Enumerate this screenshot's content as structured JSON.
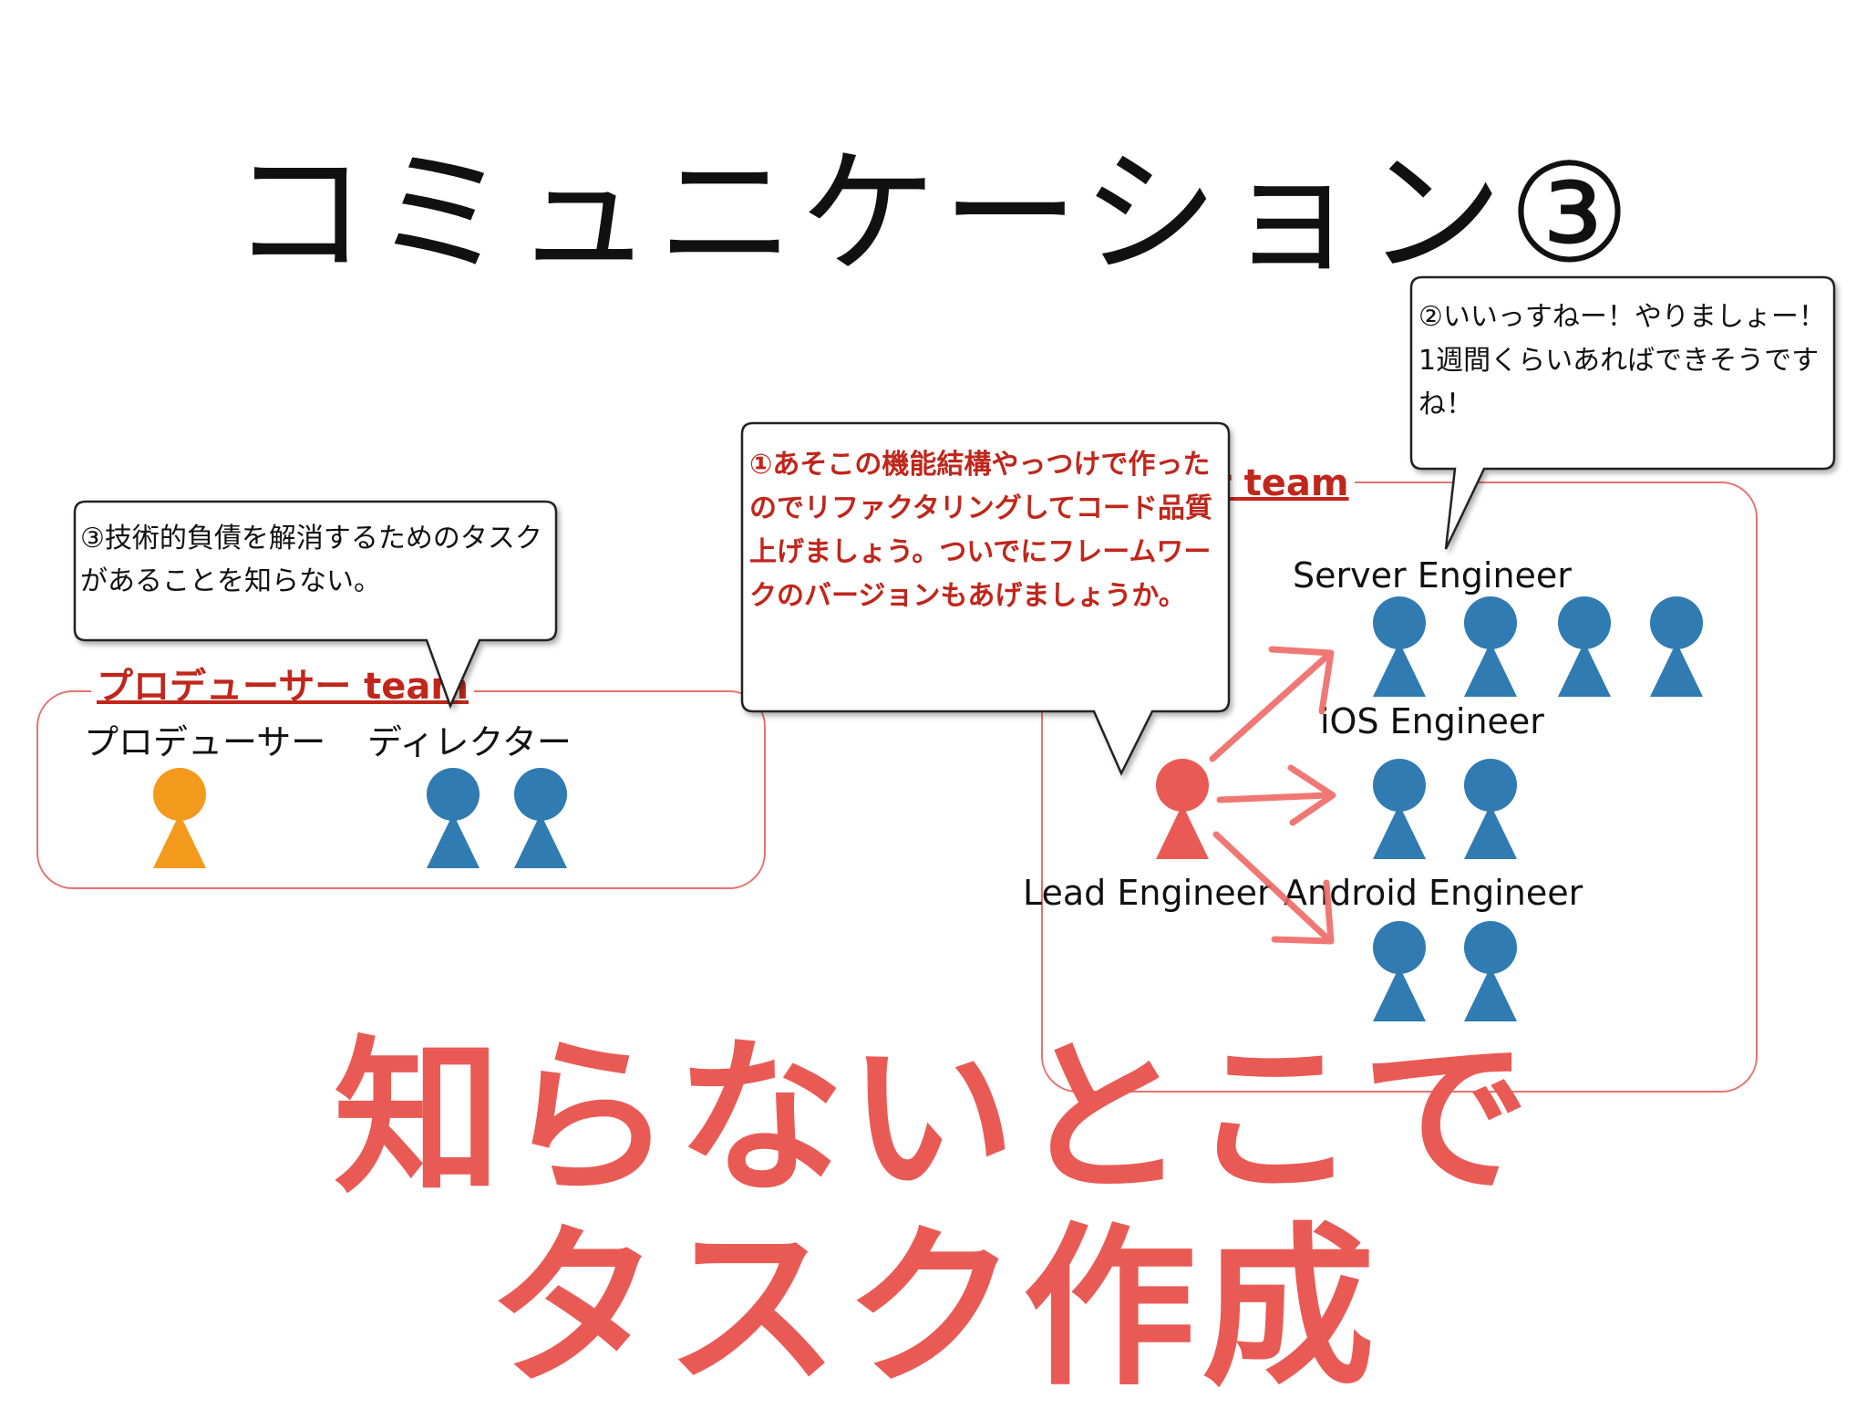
{
  "slide": {
    "title": "コミュニケーション③",
    "producer_team": {
      "label": "プロデューサー team",
      "roles": [
        "プロデューサー",
        "ディレクター"
      ]
    },
    "engineer_team": {
      "label_visible": "r team",
      "roles": {
        "server": "Server Engineer",
        "ios": "iOS Engineer",
        "android": "Android Engineer",
        "lead": "Lead Engineer"
      }
    },
    "bubbles": {
      "tech_debt": "③技術的負債を解消するためのタスクがあることを知らない。",
      "refactor": "①あそこの機能結構やっつけで作ったのでリファクタリングしてコード品質上げましょう。ついでにフレームワークのバージョンもあげましょうか。",
      "agree": "②いいっすねー！やりましょー！1週間くらいあればできそうですね！"
    },
    "big_text": {
      "line1": "知らないとこで",
      "line2": "タスク作成"
    },
    "colors": {
      "accent_red": "#c0261b",
      "team_border": "#e8726e",
      "big_text": "#ea5a55",
      "person_blue": "#2f7bb2",
      "person_orange": "#f39a1c",
      "person_red": "#ea5a55",
      "arrow": "#ef6a66"
    }
  }
}
